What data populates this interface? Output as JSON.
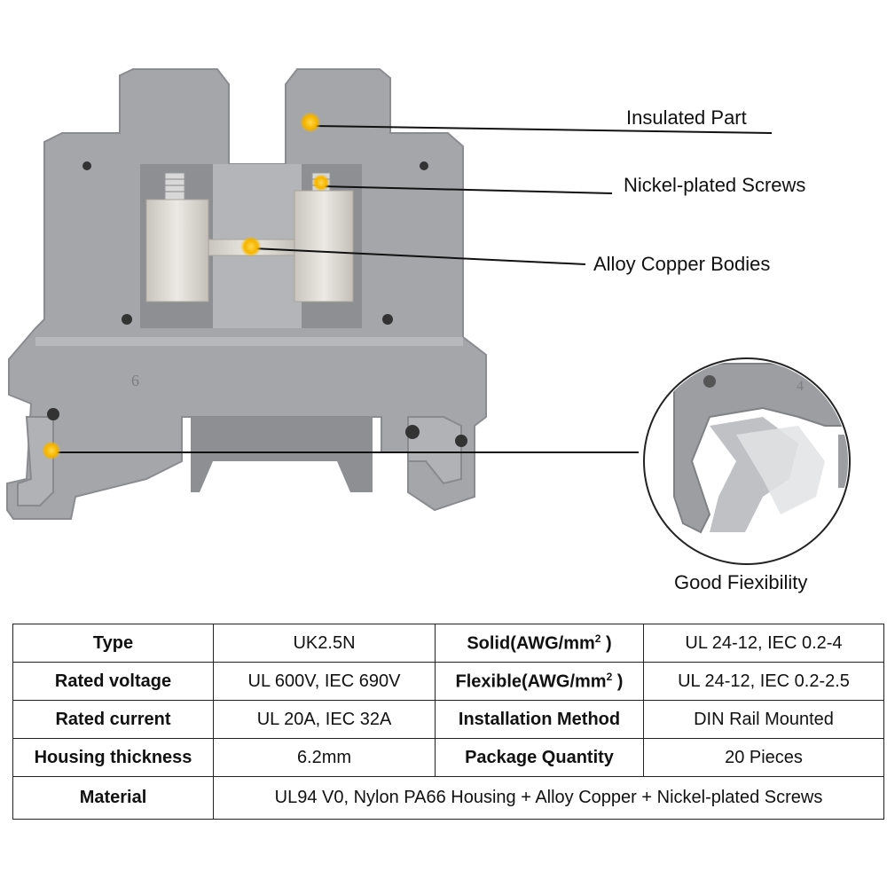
{
  "callouts": {
    "insulated_part": "Insulated Part",
    "nickel_screws": "Nickel-plated Screws",
    "copper_bodies": "Alloy Copper Bodies",
    "flexibility": "Good Fiexibility"
  },
  "housing_numbers": {
    "main": "6",
    "inset": "4"
  },
  "colors": {
    "housing": "#a4a6aa",
    "housing_dark": "#8d8f93",
    "metal": "#d9d5ce",
    "marker": "#f5b400",
    "line": "#111111"
  },
  "specs": {
    "type_label": "Type",
    "type_value": "UK2.5N",
    "solid_label": "Solid(AWG/mm",
    "solid_sup": "2",
    "solid_close": " )",
    "solid_value": "UL 24-12, IEC 0.2-4",
    "voltage_label": "Rated voltage",
    "voltage_value": "UL 600V, IEC 690V",
    "flexible_label": "Flexible(AWG/mm",
    "flexible_sup": "2",
    "flexible_close": " )",
    "flexible_value": "UL 24-12, IEC 0.2-2.5",
    "current_label": "Rated current",
    "current_value": "UL 20A, IEC 32A",
    "install_label": "Installation Method",
    "install_value": "DIN Rail Mounted",
    "thickness_label": "Housing thickness",
    "thickness_value": "6.2mm",
    "package_label": "Package Quantity",
    "package_value": "20 Pieces",
    "material_label": "Material",
    "material_value": "UL94 V0, Nylon PA66 Housing + Alloy Copper + Nickel-plated Screws"
  }
}
